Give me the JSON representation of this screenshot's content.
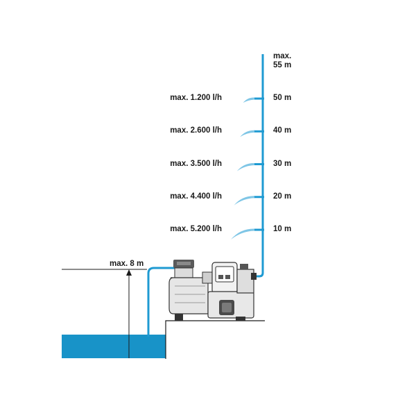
{
  "colors": {
    "water": "#1893c8",
    "pipe": "#1e9ad2",
    "spray": "#7fc6e6",
    "line": "#1a1a1a",
    "pump_body": "#e9e9e9",
    "pump_dark": "#4a4a4a"
  },
  "top_label_line1": "max.",
  "top_label_line2": "55 m",
  "suction_label": "max. 8 m",
  "levels": [
    {
      "head": "50 m",
      "flow": "max. 1.200 l/h",
      "head_m": 50
    },
    {
      "head": "40 m",
      "flow": "max. 2.600 l/h",
      "head_m": 40
    },
    {
      "head": "30 m",
      "flow": "max. 3.500 l/h",
      "head_m": 30
    },
    {
      "head": "20 m",
      "flow": "max. 4.400 l/h",
      "head_m": 20
    },
    {
      "head": "10 m",
      "flow": "max. 5.200 l/h",
      "head_m": 10
    }
  ]
}
